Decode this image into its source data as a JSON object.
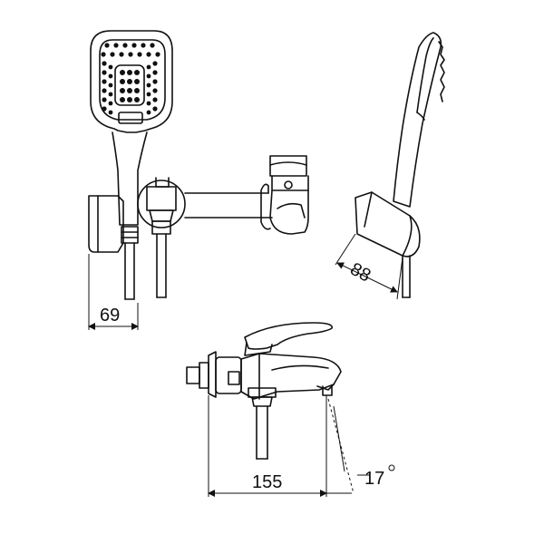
{
  "dimensions": {
    "holder_width": "69",
    "holder_depth": "88",
    "spout_reach": "155",
    "spout_angle": "17",
    "degree_symbol": "°"
  },
  "colors": {
    "line": "#111111",
    "background": "#ffffff"
  }
}
